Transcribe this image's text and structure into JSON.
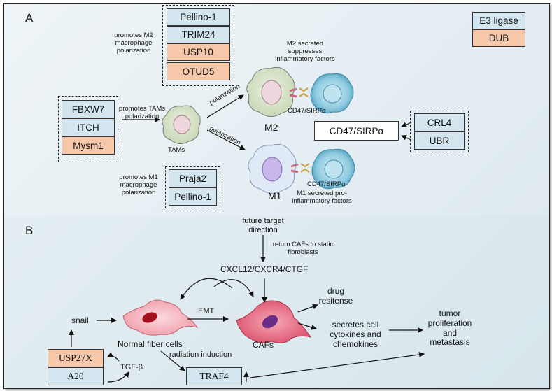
{
  "panel_a": {
    "label": "A",
    "legend": {
      "e3": "E3 ligase",
      "dub": "DUB"
    },
    "m2_group": {
      "items": [
        "Pellino-1",
        "TRIM24",
        "USP10",
        "OTUD5"
      ],
      "note": [
        "promotes M2",
        "macrophage",
        "polarization"
      ]
    },
    "tam_group": {
      "items": [
        "FBXW7",
        "ITCH",
        "Mysm1"
      ],
      "note": [
        "promotes TAMs",
        "polarization"
      ]
    },
    "m1_group": {
      "items": [
        "Praja2",
        "Pellino-1"
      ],
      "note": [
        "promotes M1",
        "macrophage",
        "polarization"
      ]
    },
    "tams_label": "TAMs",
    "polarization": "polarization",
    "m2_label": "M2",
    "m1_label": "M1",
    "cd47_small": "CD47/SIRPα",
    "m2_secreted": [
      "M2  secreted",
      "suppresses",
      "inflammatory factors"
    ],
    "m1_secreted": [
      "M1  secreted pro-",
      "inflammatory factors"
    ],
    "cd47_box": "CD47/SIRPα",
    "crl_group": {
      "items": [
        "CRL4",
        "UBR"
      ]
    }
  },
  "panel_b": {
    "label": "B",
    "future": [
      "future target",
      "direction"
    ],
    "return_cafs": [
      "return CAFs to static",
      "fibroblasts"
    ],
    "cxcl": "CXCL12/CXCR4/CTGF",
    "snail": "snail",
    "emt": "EMT",
    "normal": "Normal fiber cells",
    "cafs": "CAFs",
    "drug": [
      "drug",
      "resitense"
    ],
    "secretes": [
      "secretes cell",
      "cytokines and",
      "chemokines"
    ],
    "tumor": [
      "tumor",
      "proliferation",
      "and",
      "metastasis"
    ],
    "usp27x": "USP27X",
    "a20": "A20",
    "tgfb": "TGF-β",
    "radiation": "radiation induction",
    "traf4": "TRAF4"
  },
  "colors": {
    "e3": "#d3e6ef",
    "dub": "#f6c7a8"
  }
}
